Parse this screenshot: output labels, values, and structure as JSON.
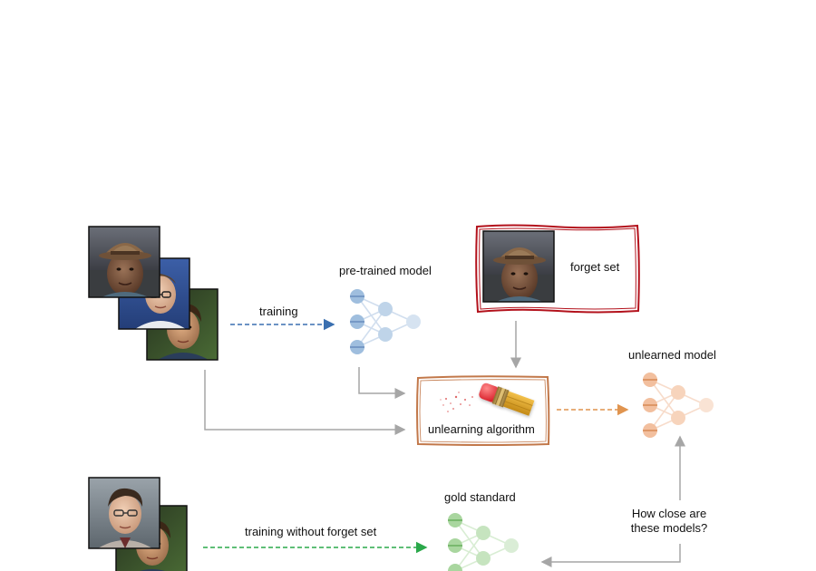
{
  "labels": {
    "training": "training",
    "pretrained_model": "pre-trained model",
    "forget_set": "forget set",
    "unlearning_algorithm": "unlearning algorithm",
    "unlearned_model": "unlearned model",
    "gold_standard": "gold standard",
    "training_without_forget_set": "training without forget set",
    "how_close_line1": "How close are",
    "how_close_line2": "these models?"
  },
  "colors": {
    "pretrained": "#8fb3d9",
    "pretrained_dark": "#6f98c6",
    "unlearned": "#f0b58e",
    "unlearned_dark": "#e39a6a",
    "gold": "#9bcf8f",
    "gold_dark": "#7fbf72",
    "training_arrow": "#3a6fb0",
    "orange_arrow": "#e0944f",
    "green_arrow": "#2aa84a",
    "gray_arrow": "#a6a6a6",
    "forget_box": "#b3121c",
    "algo_box": "#c2784a"
  }
}
